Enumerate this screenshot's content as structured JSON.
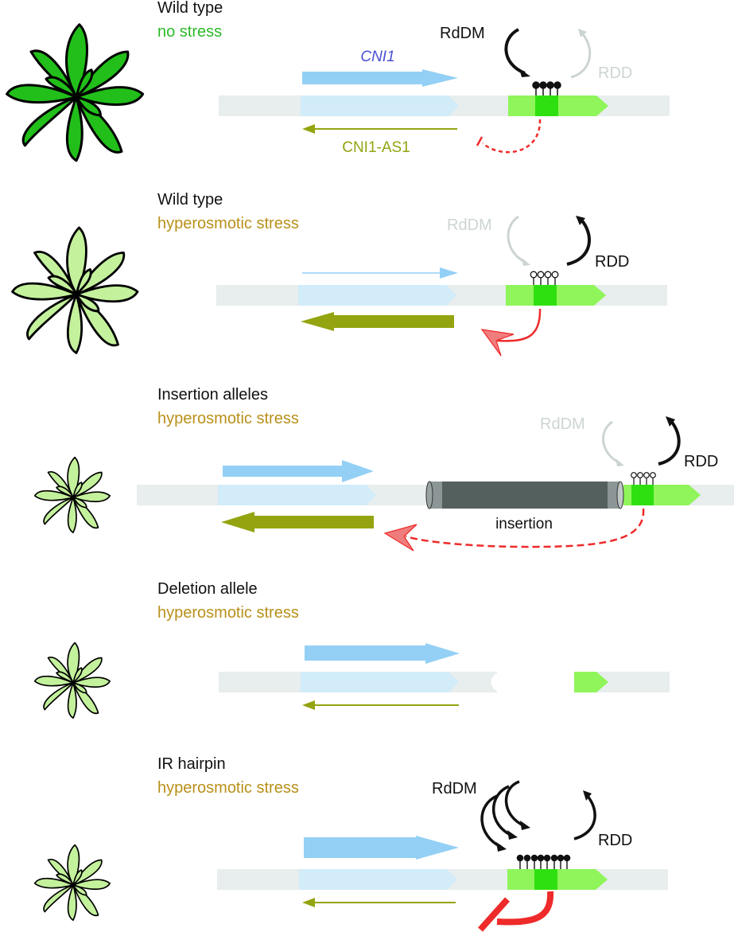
{
  "colors": {
    "no_stress": "#2db82a",
    "hyperosmotic": "#b8901a",
    "cni1_label": "#4b4fd4",
    "cni1_arrow": "#94d0f5",
    "cni1_region": "#d2ecf9",
    "antisense": "#94a410",
    "chromosome": "#e8eded",
    "target_light": "#8ff55a",
    "target_dark": "#2fe010",
    "active_enzyme": "#111111",
    "inactive_enzyme": "#cdd4d4",
    "repression": "#ee2a2a",
    "insertion": "#54605e",
    "plant_healthy": "#22bf1a",
    "plant_stressed": "#c4f19c"
  },
  "panels": [
    {
      "id": "wild-type-no-stress",
      "genotype": "Wild type",
      "condition": "no stress",
      "condition_color": "no_stress",
      "plant": "healthy",
      "gene_label": "CNI1",
      "antisense_label": "CNI1-AS1",
      "cni1_expression": "high",
      "antisense_expression": "low",
      "rddm": {
        "label": "RdDM",
        "state": "active",
        "count": 1
      },
      "rdd": {
        "label": "RDD",
        "state": "inactive"
      },
      "methylation": {
        "sites": 4,
        "state": "methylated"
      },
      "feedback": "dashed repression of CNI1-AS1"
    },
    {
      "id": "wild-type-hyperosmotic",
      "genotype": "Wild type",
      "condition": "hyperosmotic stress",
      "condition_color": "hyperosmotic",
      "plant": "stressed-large",
      "cni1_expression": "low",
      "antisense_expression": "high",
      "rddm": {
        "label": "RdDM",
        "state": "inactive",
        "count": 1
      },
      "rdd": {
        "label": "RDD",
        "state": "active"
      },
      "methylation": {
        "sites": 4,
        "state": "unmethylated"
      },
      "feedback": "solid activation of CNI1-AS1"
    },
    {
      "id": "insertion-alleles",
      "genotype": "Insertion alleles",
      "condition": "hyperosmotic stress",
      "condition_color": "hyperosmotic",
      "plant": "stressed-small",
      "insertion_label": "insertion",
      "cni1_expression": "high",
      "antisense_expression": "high",
      "rddm": {
        "label": "RdDM",
        "state": "inactive",
        "count": 1
      },
      "rdd": {
        "label": "RDD",
        "state": "active"
      },
      "methylation": {
        "sites": 4,
        "state": "unmethylated"
      },
      "feedback": "dashed activation of CNI1-AS1"
    },
    {
      "id": "deletion-allele",
      "genotype": "Deletion allele",
      "condition": "hyperosmotic stress",
      "condition_color": "hyperosmotic",
      "plant": "stressed-small",
      "cni1_expression": "high",
      "antisense_expression": "low",
      "methylation": {
        "sites": 0,
        "state": "deleted"
      },
      "feedback": "none"
    },
    {
      "id": "ir-hairpin",
      "genotype": "IR hairpin",
      "condition": "hyperosmotic stress",
      "condition_color": "hyperosmotic",
      "plant": "stressed-small",
      "cni1_expression": "high",
      "antisense_expression": "low",
      "rddm": {
        "label": "RdDM",
        "state": "active",
        "count": 3
      },
      "rdd": {
        "label": "RDD",
        "state": "active"
      },
      "methylation": {
        "sites": 8,
        "state": "methylated"
      },
      "feedback": "strong repression of CNI1-AS1"
    }
  ]
}
